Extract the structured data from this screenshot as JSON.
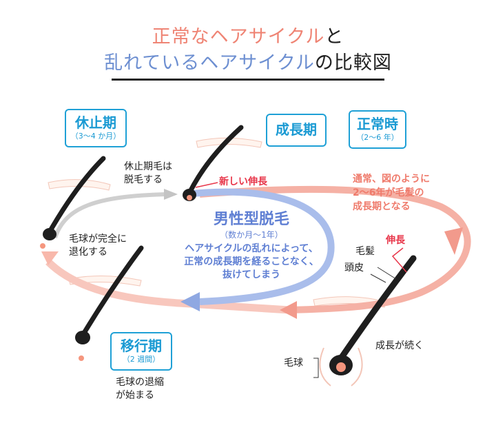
{
  "title": {
    "line1_part1": "正常なヘアサイクル",
    "line1_part2": "と",
    "line2_part1": "乱れているヘアサイクル",
    "line2_part2": "の比較図"
  },
  "badges": {
    "rest": {
      "main": "休止期",
      "sub": "（3〜4 か月）"
    },
    "growth": {
      "main": "成長期"
    },
    "normal": {
      "main": "正常時",
      "sub": "（2〜6 年）"
    },
    "transition": {
      "main": "移行期",
      "sub": "（2 週間）"
    }
  },
  "labels": {
    "rest_hair_line1": "休止期毛は",
    "rest_hair_line2": "脱毛する",
    "new_growth": "新しい伸長",
    "normal_note_line1": "通常、図のように",
    "normal_note_line2": "2〜6年が毛髪の",
    "normal_note_line3": "成長期となる",
    "growth_word": "伸長",
    "hair": "毛髪",
    "scalp": "頭皮",
    "bulb": "毛球",
    "growth_continues": "成長が続く",
    "regress_line1": "毛球が完全に",
    "regress_line2": "退化する",
    "shrink_line1": "毛球の退縮",
    "shrink_line2": "が始まる"
  },
  "center": {
    "title": "男性型脱毛",
    "sub": "（数か月〜1年）",
    "desc_line1": "ヘアサイクルの乱れによって、",
    "desc_line2": "正常の成長期を経ることなく、",
    "desc_line3": "抜けてしまう"
  },
  "colors": {
    "normal_cycle": "#f29a8c",
    "disturbed_cycle": "#9fb5e6",
    "badge": "#1ea0d6",
    "accent_red": "#e8364a",
    "text_blue": "#5f7fd3",
    "title_pink": "#ef8474",
    "title_blue": "#6d8fd1"
  }
}
